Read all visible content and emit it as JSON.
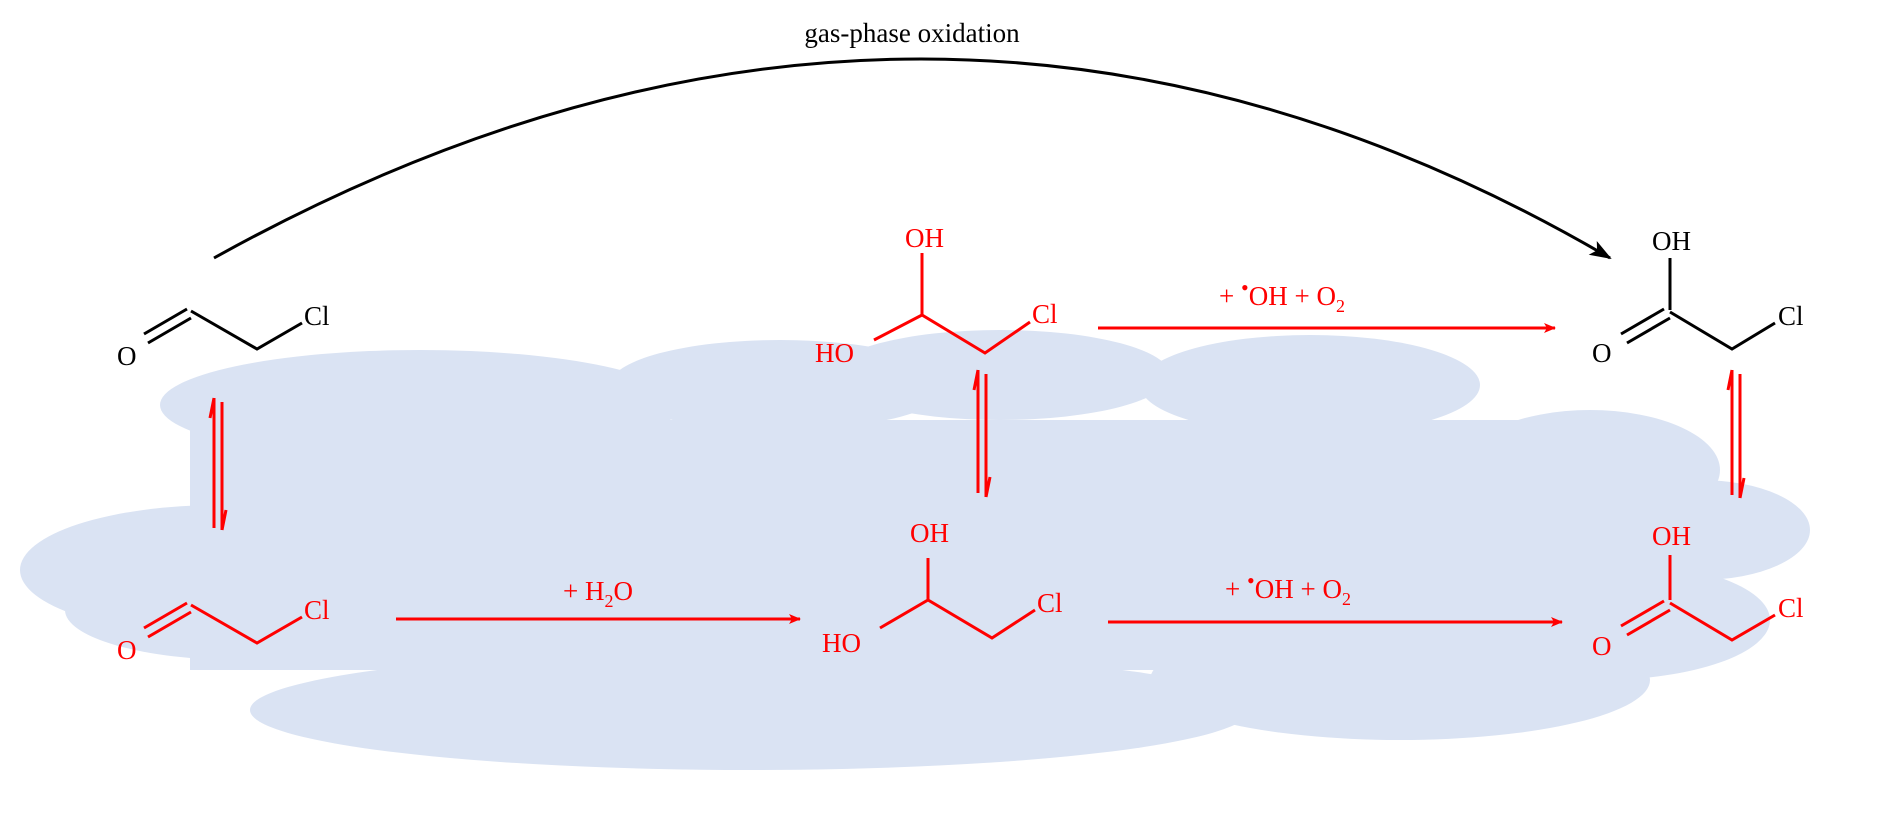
{
  "title": "gas-phase oxidation",
  "atoms": {
    "O": "O",
    "Cl": "Cl",
    "OH": "OH",
    "HO": "HO"
  },
  "reagents": {
    "hydration": {
      "prefix": "+ H",
      "sub": "2",
      "suffix": "O"
    },
    "oxidation": {
      "prefix": "+ ",
      "radical_dot": "•",
      "mid": "OH + O",
      "sub": "2"
    }
  },
  "colors": {
    "gas_phase": "#000000",
    "aqueous_phase": "#ff0000",
    "cloud": "#dae3f3"
  }
}
